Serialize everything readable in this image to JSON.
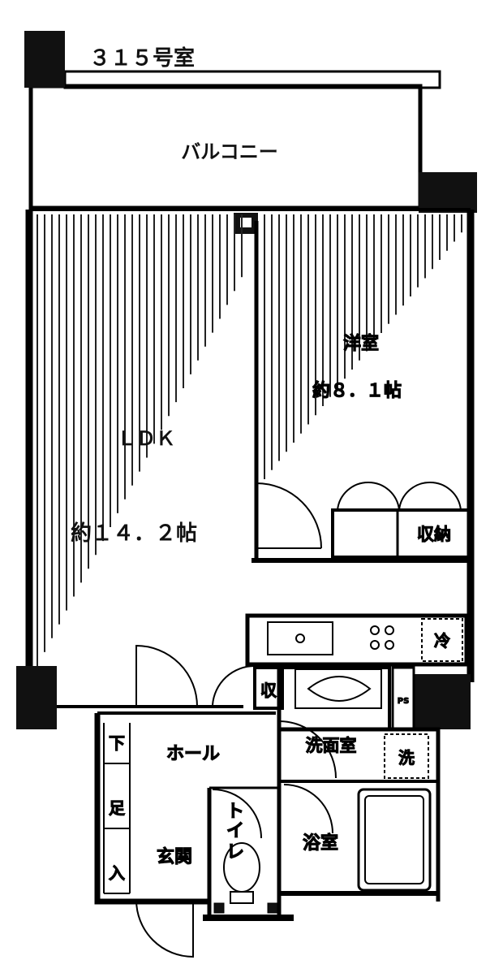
{
  "unit_title": "３１５号室",
  "rooms": {
    "balcony": "バルコニー",
    "ldk": "ＬＤＫ",
    "ldk_size": "約１４．２帖",
    "western_room": "洋室",
    "western_size": "約８．１帖",
    "storage": "収納",
    "hall": "ホール",
    "washroom": "洗面室",
    "toilet": "トイレ",
    "bath": "浴室",
    "entrance": "玄関"
  },
  "fixtures": {
    "fridge": "冷",
    "washer": "洗",
    "shelf_small": "収",
    "shoe_top": "下",
    "shoe_mid": "足",
    "shoe_bottom": "入",
    "ps": "PS"
  }
}
